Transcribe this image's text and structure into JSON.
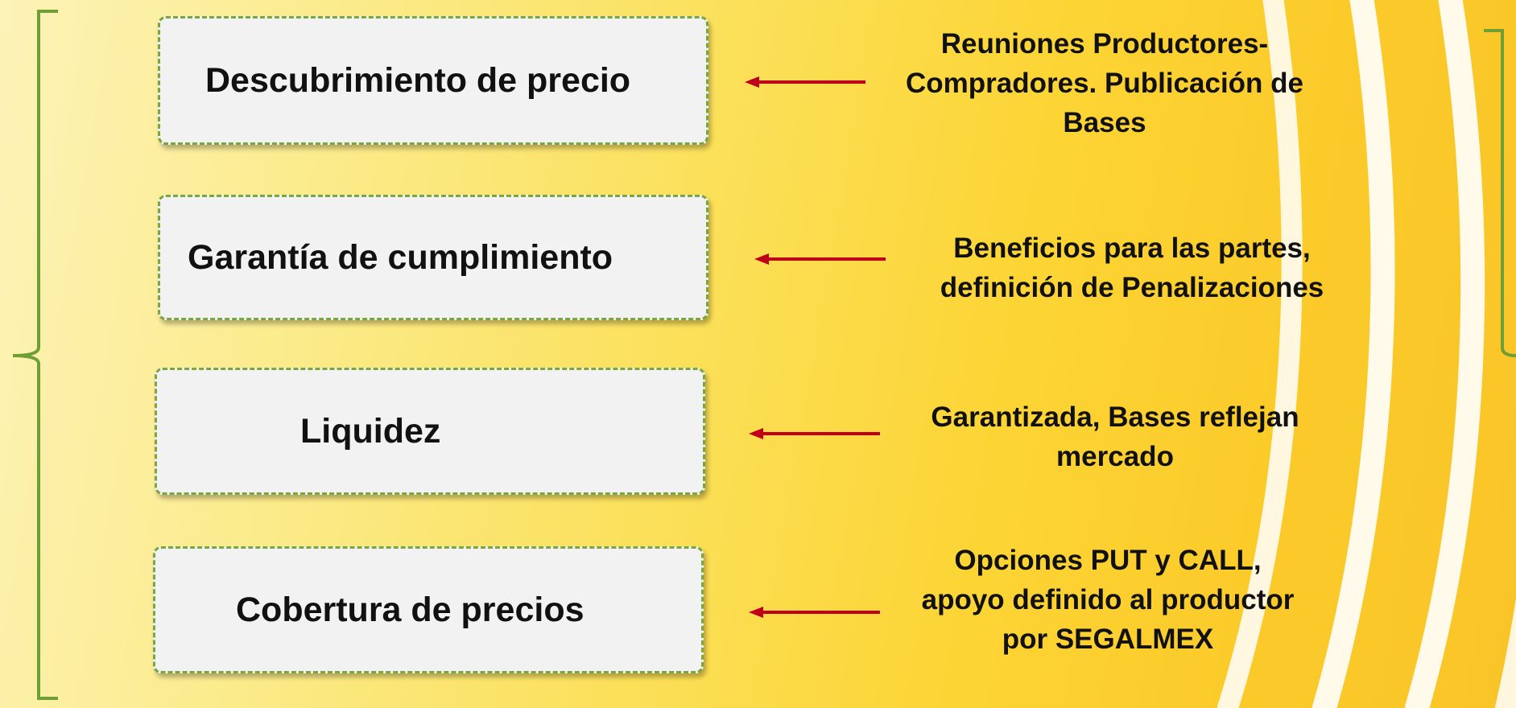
{
  "diagram": {
    "items": [
      {
        "label": "Descubrimiento de precio",
        "description": [
          "Reuniones Productores-",
          "Compradores. Publicación de",
          "Bases"
        ]
      },
      {
        "label": "Garantía de cumplimiento",
        "description": [
          "Beneficios para las partes,",
          "definición de Penalizaciones"
        ]
      },
      {
        "label": "Liquidez",
        "description": [
          "Garantizada, Bases reflejan",
          "mercado"
        ]
      },
      {
        "label": "Cobertura de precios",
        "description": [
          "Opciones PUT  y CALL,",
          "apoyo definido al productor",
          "por SEGALMEX"
        ]
      }
    ]
  },
  "colors": {
    "bracket": "#6f9e37",
    "arrow": "#c0001a",
    "box_border": "#7aa63c",
    "box_fill": "#f2f2f2"
  }
}
